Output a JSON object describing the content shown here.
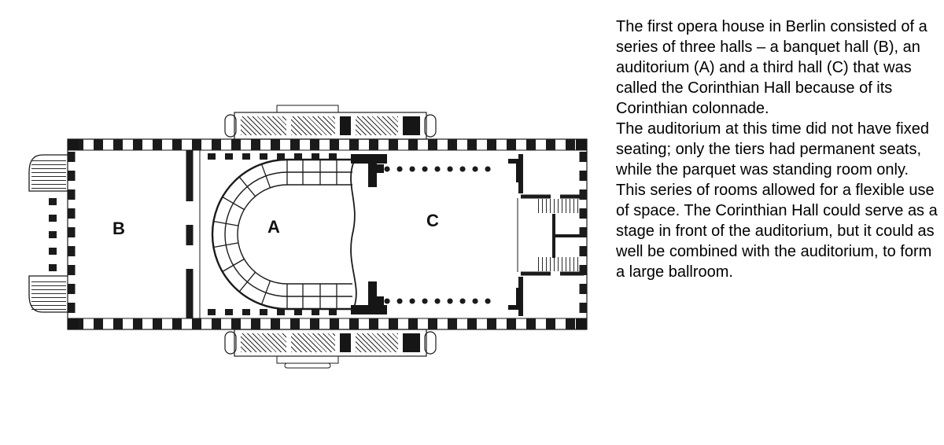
{
  "plan": {
    "labels": {
      "b": "B",
      "a": "A",
      "c": "C"
    }
  },
  "description": {
    "paragraphs": [
      "The first opera house in Berlin consisted of a series of three halls – a banquet hall (B), an auditorium (A) and a third hall (C) that was called the Corinthian Hall because of its Corinthian colonnade.",
      "The auditorium at this time did not have fixed seating; only the tiers had permanent seats, while the parquet was standing room only.",
      "This series of rooms allowed for a flexible use of space. The Corinthian Hall could serve as a stage in front of the auditorium, but it could as well be combined with the auditorium, to form a large ballroom."
    ]
  },
  "colors": {
    "ink": "#1b1b1b",
    "paper": "#ffffff"
  }
}
